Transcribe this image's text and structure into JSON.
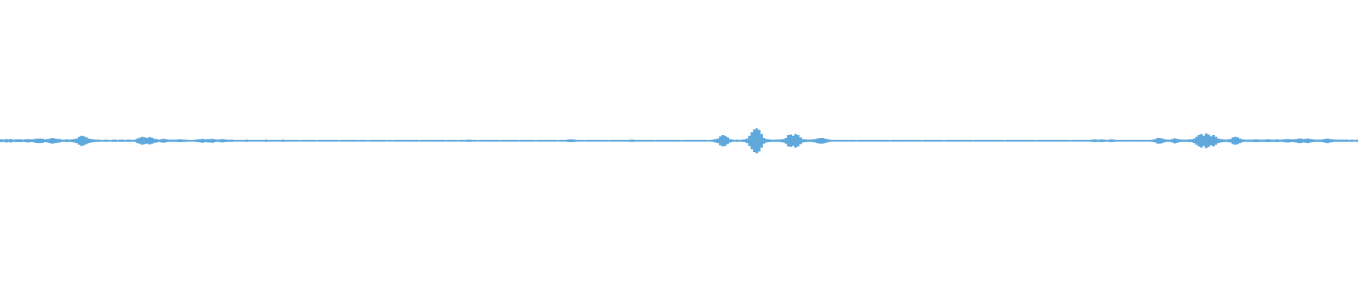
{
  "waveform": {
    "color": "#5ea8dc",
    "baseline_color": "#5ea8dc",
    "background": "#ffffff",
    "amplitude_envelope": [
      0.05,
      0.04,
      0.06,
      0.05,
      0.06,
      0.04,
      0.05,
      0.05,
      0.05,
      0.04,
      0.05,
      0.06,
      0.05,
      0.05,
      0.07,
      0.08,
      0.08,
      0.07,
      0.05,
      0.06,
      0.08,
      0.1,
      0.08,
      0.07,
      0.06,
      0.04,
      0.04,
      0.05,
      0.04,
      0.05,
      0.06,
      0.08,
      0.14,
      0.18,
      0.16,
      0.12,
      0.08,
      0.06,
      0.05,
      0.04,
      0.04,
      0.03,
      0.03,
      0.04,
      0.03,
      0.03,
      0.04,
      0.04,
      0.03,
      0.04,
      0.04,
      0.03,
      0.04,
      0.04,
      0.03,
      0.04,
      0.08,
      0.11,
      0.14,
      0.12,
      0.1,
      0.13,
      0.11,
      0.07,
      0.06,
      0.04,
      0.06,
      0.07,
      0.05,
      0.04,
      0.04,
      0.04,
      0.04,
      0.05,
      0.05,
      0.04,
      0.04,
      0.03,
      0.03,
      0.03,
      0.04,
      0.05,
      0.06,
      0.07,
      0.05,
      0.06,
      0.06,
      0.07,
      0.05,
      0.04,
      0.05,
      0.06,
      0.05,
      0.04,
      0.04,
      0.04,
      0.03,
      0.03,
      0.03,
      0.03,
      0.03,
      0.04,
      0.03,
      0.03,
      0.03,
      0.03,
      0.03,
      0.03,
      0.03,
      0.04,
      0.03,
      0.03,
      0.03,
      0.03,
      0.03,
      0.03,
      0.04,
      0.03,
      0.03,
      0.03,
      0.03,
      0.03,
      0.03,
      0.02,
      0.03,
      0.03,
      0.03,
      0.03,
      0.03,
      0.03,
      0.02,
      0.03,
      0.03,
      0.03,
      0.03,
      0.03,
      0.03,
      0.03,
      0.03,
      0.02,
      0.03,
      0.03,
      0.03,
      0.03,
      0.03,
      0.03,
      0.03,
      0.02,
      0.03,
      0.03,
      0.03,
      0.02,
      0.03,
      0.03,
      0.03,
      0.03,
      0.03,
      0.03,
      0.03,
      0.02,
      0.03,
      0.02,
      0.03,
      0.03,
      0.03,
      0.03,
      0.03,
      0.03,
      0.03,
      0.03,
      0.03,
      0.03,
      0.02,
      0.03,
      0.03,
      0.03,
      0.03,
      0.03,
      0.03,
      0.03,
      0.03,
      0.03,
      0.03,
      0.02,
      0.03,
      0.03,
      0.03,
      0.03,
      0.02,
      0.03,
      0.03,
      0.03,
      0.04,
      0.04,
      0.03,
      0.03,
      0.02,
      0.03,
      0.03,
      0.03,
      0.03,
      0.03,
      0.03,
      0.03,
      0.03,
      0.02,
      0.03,
      0.03,
      0.03,
      0.03,
      0.03,
      0.03,
      0.03,
      0.02,
      0.03,
      0.03,
      0.03,
      0.03,
      0.03,
      0.03,
      0.02,
      0.03,
      0.03,
      0.03,
      0.03,
      0.03,
      0.03,
      0.03,
      0.03,
      0.02,
      0.03,
      0.03,
      0.03,
      0.04,
      0.05,
      0.05,
      0.04,
      0.03,
      0.03,
      0.03,
      0.02,
      0.03,
      0.03,
      0.03,
      0.03,
      0.03,
      0.03,
      0.03,
      0.03,
      0.03,
      0.02,
      0.03,
      0.03,
      0.03,
      0.03,
      0.03,
      0.03,
      0.03,
      0.03,
      0.04,
      0.04,
      0.03,
      0.03,
      0.03,
      0.03,
      0.03,
      0.03,
      0.03,
      0.03,
      0.02,
      0.03,
      0.03,
      0.03,
      0.03,
      0.03,
      0.03,
      0.03,
      0.03,
      0.03,
      0.03,
      0.02,
      0.03,
      0.03,
      0.03,
      0.03,
      0.03,
      0.03,
      0.03,
      0.03,
      0.03,
      0.03,
      0.02,
      0.03,
      0.04,
      0.06,
      0.08,
      0.16,
      0.2,
      0.18,
      0.12,
      0.06,
      0.04,
      0.03,
      0.04,
      0.03,
      0.04,
      0.05,
      0.08,
      0.18,
      0.3,
      0.4,
      0.44,
      0.38,
      0.24,
      0.1,
      0.06,
      0.05,
      0.04,
      0.04,
      0.04,
      0.04,
      0.05,
      0.06,
      0.1,
      0.2,
      0.22,
      0.18,
      0.24,
      0.2,
      0.12,
      0.06,
      0.05,
      0.04,
      0.04,
      0.05,
      0.06,
      0.08,
      0.1,
      0.1,
      0.08,
      0.06,
      0.04,
      0.03,
      0.03,
      0.03,
      0.03,
      0.03,
      0.03,
      0.03,
      0.03,
      0.03,
      0.03,
      0.02,
      0.03,
      0.03,
      0.03,
      0.03,
      0.03,
      0.03,
      0.03,
      0.03,
      0.03,
      0.03,
      0.03,
      0.03,
      0.03,
      0.02,
      0.03,
      0.03,
      0.03,
      0.03,
      0.03,
      0.03,
      0.03,
      0.03,
      0.03,
      0.03,
      0.03,
      0.03,
      0.02,
      0.03,
      0.03,
      0.03,
      0.03,
      0.03,
      0.03,
      0.03,
      0.03,
      0.02,
      0.03,
      0.03,
      0.03,
      0.03,
      0.03,
      0.03,
      0.03,
      0.03,
      0.03,
      0.03,
      0.03,
      0.02,
      0.03,
      0.03,
      0.03,
      0.03,
      0.03,
      0.03,
      0.03,
      0.03,
      0.03,
      0.03,
      0.03,
      0.03,
      0.02,
      0.03,
      0.03,
      0.03,
      0.03,
      0.03,
      0.03,
      0.03,
      0.03,
      0.03,
      0.03,
      0.03,
      0.03,
      0.02,
      0.03,
      0.03,
      0.03,
      0.03,
      0.03,
      0.03,
      0.03,
      0.03,
      0.03,
      0.03,
      0.03,
      0.03,
      0.03,
      0.02,
      0.03,
      0.03,
      0.03,
      0.03,
      0.03,
      0.03,
      0.03,
      0.03,
      0.04,
      0.05,
      0.04,
      0.04,
      0.05,
      0.04,
      0.03,
      0.04,
      0.05,
      0.04,
      0.03,
      0.03,
      0.03,
      0.03,
      0.03,
      0.03,
      0.03,
      0.03,
      0.03,
      0.03,
      0.03,
      0.03,
      0.03,
      0.03,
      0.03,
      0.04,
      0.06,
      0.1,
      0.1,
      0.08,
      0.05,
      0.04,
      0.04,
      0.06,
      0.09,
      0.07,
      0.05,
      0.04,
      0.04,
      0.04,
      0.05,
      0.05,
      0.08,
      0.14,
      0.2,
      0.24,
      0.18,
      0.26,
      0.22,
      0.16,
      0.2,
      0.14,
      0.08,
      0.06,
      0.05,
      0.04,
      0.05,
      0.06,
      0.12,
      0.14,
      0.12,
      0.08,
      0.05,
      0.04,
      0.04,
      0.04,
      0.04,
      0.05,
      0.05,
      0.04,
      0.04,
      0.04,
      0.05,
      0.05,
      0.04,
      0.04,
      0.05,
      0.04,
      0.04,
      0.05,
      0.06,
      0.06,
      0.05,
      0.05,
      0.06,
      0.08,
      0.08,
      0.06,
      0.07,
      0.08,
      0.06,
      0.05,
      0.04,
      0.04,
      0.04,
      0.05,
      0.07,
      0.08,
      0.06,
      0.05,
      0.04,
      0.04,
      0.04,
      0.04,
      0.04,
      0.04,
      0.03,
      0.04,
      0.03,
      0.04
    ]
  }
}
